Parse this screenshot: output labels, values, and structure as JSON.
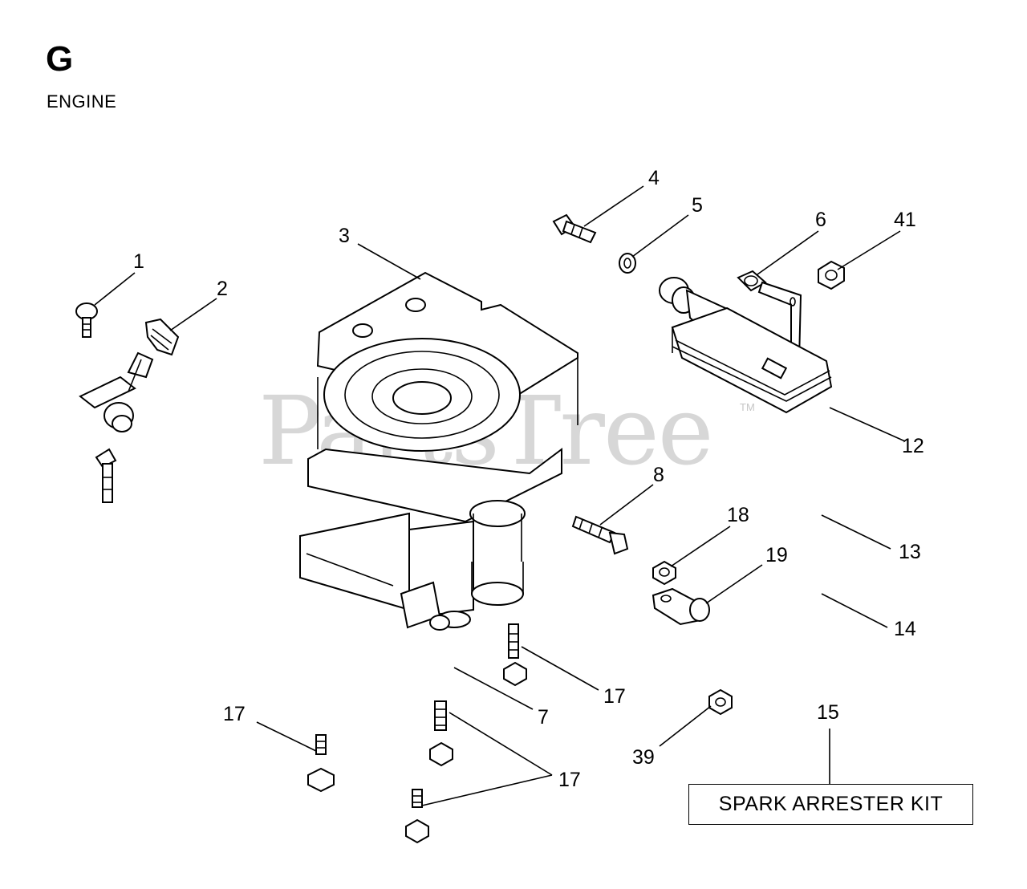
{
  "section": {
    "letter": "G",
    "title": "ENGINE"
  },
  "watermark": {
    "text": "PartsTree",
    "tm": "TM"
  },
  "kit_label": "SPARK ARRESTER KIT",
  "callouts": [
    {
      "id": "c1",
      "label": "1"
    },
    {
      "id": "c2",
      "label": "2"
    },
    {
      "id": "c3",
      "label": "3"
    },
    {
      "id": "c4",
      "label": "4"
    },
    {
      "id": "c5",
      "label": "5"
    },
    {
      "id": "c6",
      "label": "6"
    },
    {
      "id": "c41",
      "label": "41"
    },
    {
      "id": "c12",
      "label": "12"
    },
    {
      "id": "c8",
      "label": "8"
    },
    {
      "id": "c18",
      "label": "18"
    },
    {
      "id": "c13",
      "label": "13"
    },
    {
      "id": "c19",
      "label": "19"
    },
    {
      "id": "c14",
      "label": "14"
    },
    {
      "id": "c17a",
      "label": "17"
    },
    {
      "id": "c7",
      "label": "7"
    },
    {
      "id": "c17b",
      "label": "17"
    },
    {
      "id": "c15",
      "label": "15"
    },
    {
      "id": "c39",
      "label": "39"
    },
    {
      "id": "c17c",
      "label": "17"
    }
  ]
}
